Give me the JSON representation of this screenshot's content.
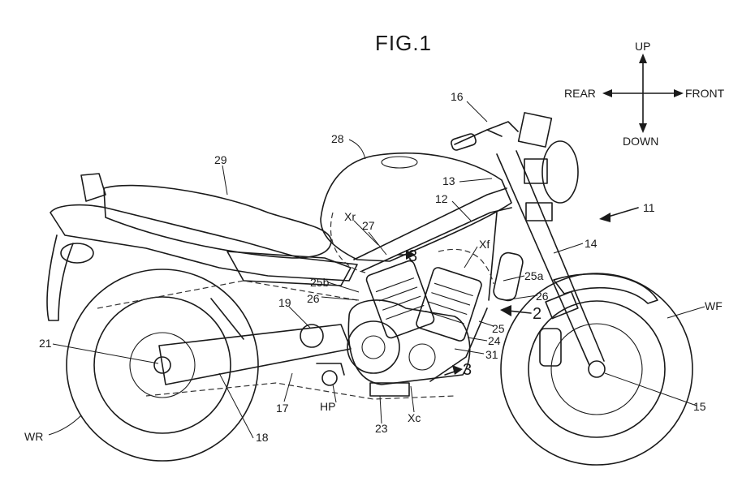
{
  "figure": {
    "title": "FIG.1",
    "directions": {
      "up": "UP",
      "down": "DOWN",
      "rear": "REAR",
      "front": "FRONT"
    }
  },
  "labels": {
    "l11": "11",
    "l12": "12",
    "l13": "13",
    "l14": "14",
    "l15": "15",
    "l16": "16",
    "l17": "17",
    "l18": "18",
    "l19": "19",
    "l21": "21",
    "l23": "23",
    "l24": "24",
    "l25": "25",
    "l25a": "25a",
    "l25b": "25b",
    "l26a": "26",
    "l26b": "26",
    "l27": "27",
    "l28": "28",
    "l29": "29",
    "l31": "31",
    "wf": "WF",
    "wr": "WR",
    "hp": "HP",
    "xr": "Xr",
    "xf": "Xf",
    "xc": "Xc",
    "sec3a": "3",
    "sec3b": "3",
    "sec2": "2"
  }
}
